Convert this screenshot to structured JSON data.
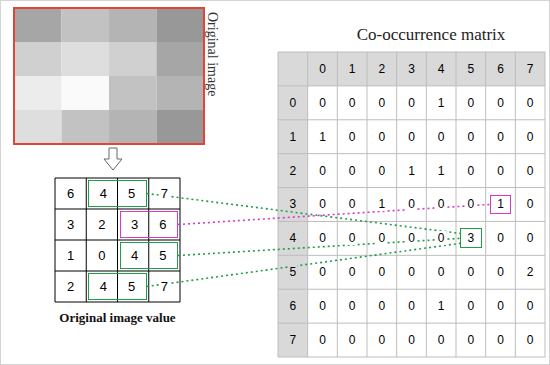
{
  "diagram": {
    "nodes": [
      {
        "text": [
          "4",
          "5"
        ]
      },
      {
        "text": [
          "3",
          "6"
        ]
      },
      {
        "text": [
          "4",
          "5"
        ]
      },
      {
        "text": [
          "4",
          "5"
        ]
      },
      {
        "text": [
          "1"
        ]
      },
      {
        "text": [
          "3"
        ]
      }
    ],
    "edges": [
      {
        "from": 1,
        "to": 4,
        "arrow": "none"
      },
      {
        "from": 0,
        "to": 5,
        "arrow": "none"
      },
      {
        "from": 2,
        "to": 5,
        "arrow": "none"
      },
      {
        "from": 3,
        "to": 5,
        "arrow": "none"
      }
    ],
    "labels": [
      "Original image",
      "6",
      "7",
      "3",
      "2",
      "1",
      "0",
      "2",
      "7",
      "Original image value",
      "Co-occurrence matrix",
      "0",
      "1",
      "2",
      "3",
      "4",
      "5",
      "6",
      "7",
      "0",
      "0",
      "0",
      "0",
      "0",
      "1",
      "0",
      "0",
      "0",
      "1",
      "1",
      "0",
      "0",
      "0",
      "0",
      "0",
      "0",
      "0",
      "2",
      "0",
      "0",
      "0",
      "1",
      "1",
      "0",
      "0",
      "0",
      "3",
      "0",
      "0",
      "1",
      "0",
      "0",
      "0",
      "0",
      "4",
      "0",
      "0",
      "0",
      "0",
      "0",
      "0",
      "0",
      "5",
      "0",
      "0",
      "0",
      "0",
      "0",
      "0",
      "0",
      "2",
      "6",
      "0",
      "0",
      "0",
      "0",
      "1",
      "0",
      "0",
      "0",
      "7",
      "0",
      "0",
      "0",
      "0",
      "0",
      "0",
      "0",
      "0"
    ]
  }
}
